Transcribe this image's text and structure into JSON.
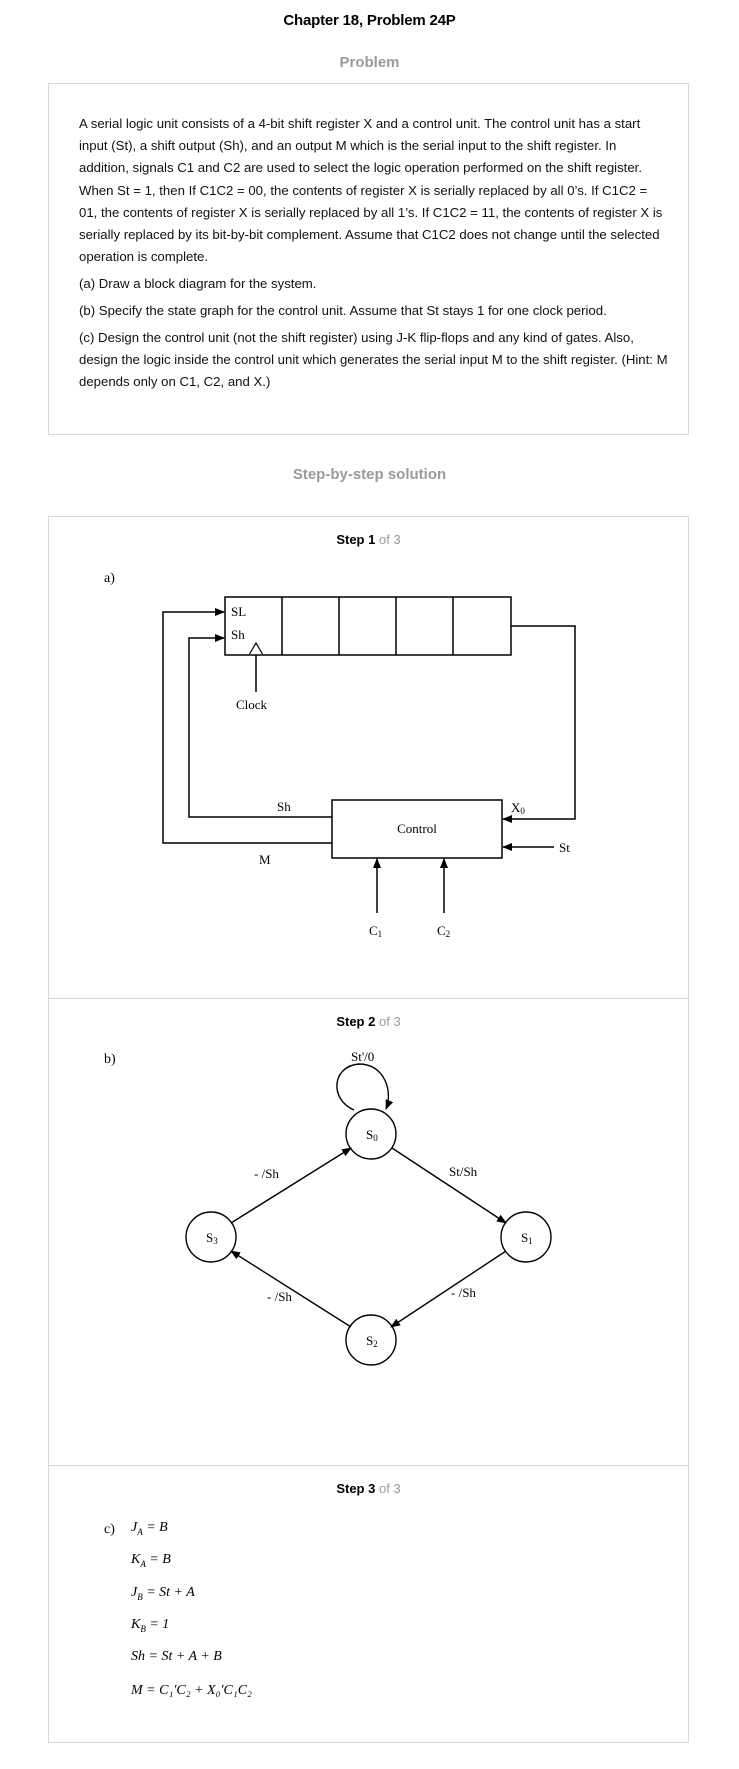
{
  "header": {
    "title": "Chapter 18, Problem 24P"
  },
  "problem": {
    "heading": "Problem",
    "paragraphs": [
      "A serial logic unit consists of a 4-bit shift register X and a control unit. The control unit has a start input (St), a shift output (Sh), and an output M which is the serial input to the shift register. In addition, signals C1 and C2 are used to select the logic operation performed on the shift register. When St = 1, then If C1C2 = 00, the contents of register X is serially replaced by all 0’s. If C1C2 = 01, the contents of register X is serially replaced by all 1’s. If C1C2 = 11, the contents of register X is serially replaced by its bit-by-bit complement. Assume that C1C2 does not change until the selected operation is complete.",
      "(a) Draw a block diagram for the system.",
      "(b) Specify the state graph for the control unit. Assume that St stays 1 for one clock period.",
      "(c) Design the control unit (not the shift register) using J-K flip-flops and any kind of gates. Also, design the logic inside the control unit which generates the serial input M to the shift register. (Hint: M depends only on C1, C2, and X.)"
    ]
  },
  "solution": {
    "heading": "Step-by-step solution",
    "steps": [
      {
        "word": "Step",
        "num": "1",
        "of": "of 3",
        "part": "a)"
      },
      {
        "word": "Step",
        "num": "2",
        "of": "of 3",
        "part": "b)"
      },
      {
        "word": "Step",
        "num": "3",
        "of": "of 3",
        "part": "c)"
      }
    ]
  },
  "block_diagram": {
    "sl": "SL",
    "sh_in": "Sh",
    "clock": "Clock",
    "control": "Control",
    "sh_out": "Sh",
    "m": "M",
    "x0_main": "X",
    "x0_sub": "0",
    "st": "St",
    "c1_main": "C",
    "c1_sub": "1",
    "c2_main": "C",
    "c2_sub": "2"
  },
  "state_graph": {
    "states": [
      {
        "main": "S",
        "sub": "0"
      },
      {
        "main": "S",
        "sub": "1"
      },
      {
        "main": "S",
        "sub": "2"
      },
      {
        "main": "S",
        "sub": "3"
      }
    ],
    "self_loop_label": "St'/0",
    "s0_s1_label": "St/Sh",
    "s1_s2_label": "- /Sh",
    "s2_s3_label": "- /Sh",
    "s3_s0_label": "- /Sh"
  },
  "equations": {
    "ja": {
      "lhs": "J",
      "sub": "A",
      "rhs": "= B"
    },
    "ka": {
      "lhs": "K",
      "sub": "A",
      "rhs": "= B"
    },
    "jb": {
      "lhs": "J",
      "sub": "B",
      "rhs": "= St + A"
    },
    "kb": {
      "lhs": "K",
      "sub": "B",
      "rhs": "= 1"
    },
    "sh": {
      "text": "Sh = St + A + B"
    },
    "m": {
      "text": "M = C₁′C₂ + X₀′C₁C₂"
    }
  }
}
